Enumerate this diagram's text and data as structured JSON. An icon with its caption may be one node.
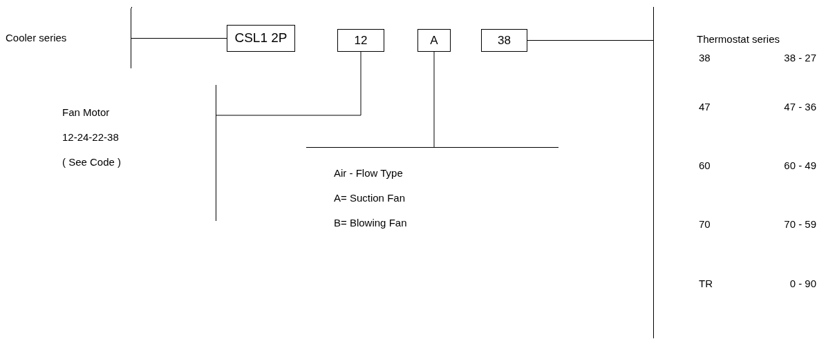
{
  "diagram": {
    "nodes": [
      {
        "text": [
          "Cooler series"
        ]
      },
      {
        "text": [
          "CSL1 2P"
        ]
      },
      {
        "text": [
          "12"
        ]
      },
      {
        "text": [
          "A"
        ]
      },
      {
        "text": [
          "38"
        ]
      },
      {
        "text": [
          "Thermostat series"
        ]
      },
      {
        "text": [
          "Fan Motor",
          "12-24-22-38",
          "( See Code )"
        ]
      },
      {
        "text": [
          "Air - Flow Type",
          "A= Suction Fan",
          "B= Blowing Fan"
        ]
      }
    ],
    "edges": [
      {
        "from": 0,
        "to": 1,
        "arrow": "none"
      },
      {
        "from": 4,
        "to": 5,
        "arrow": "none"
      },
      {
        "from": 6,
        "to": 2,
        "arrow": "none"
      },
      {
        "from": 7,
        "to": 3,
        "arrow": "none"
      }
    ],
    "labels": [
      "38",
      "38 - 27",
      "47",
      "47 - 36",
      "60",
      "60 - 49",
      "70",
      "70 - 59",
      "TR",
      "0 - 90"
    ]
  }
}
